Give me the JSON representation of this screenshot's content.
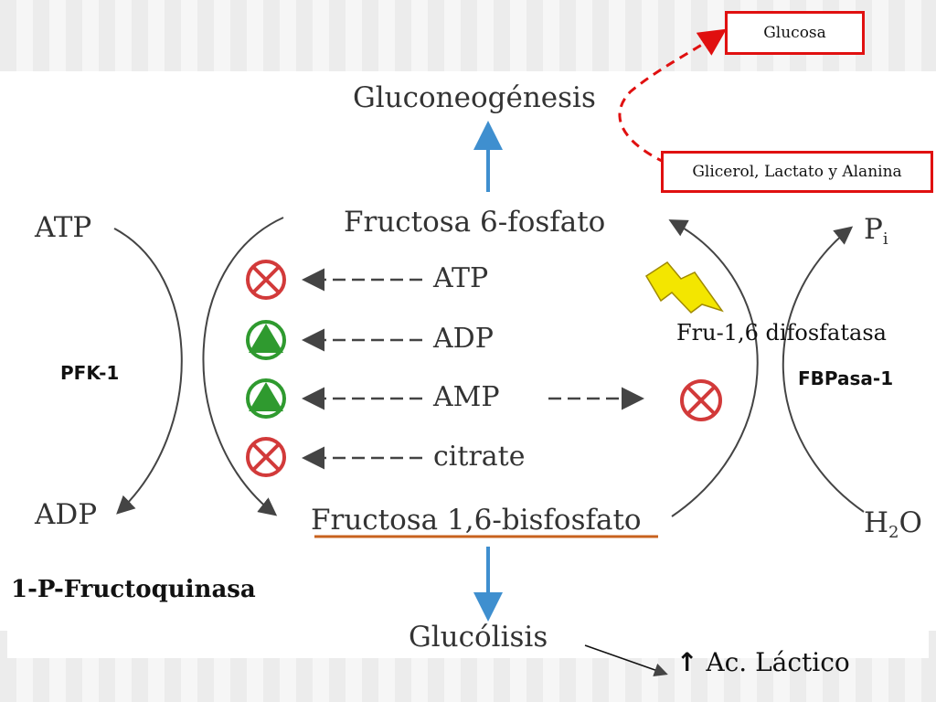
{
  "diagram": {
    "glucosa_box": "Glucosa",
    "sources_box": "Glicerol, Lactato y Alanina",
    "gluconeogenesis": "Gluconeogénesis",
    "f6p": "Fructosa 6-fosfato",
    "f16bp": "Fructosa 1,6-bisfosfato",
    "glycolysis": "Glucólisis",
    "atp_left": "ATP",
    "adp_left": "ADP",
    "pi_right": "P",
    "pi_sub": "i",
    "h2o_right": "H",
    "h2o_sub": "2",
    "h2o_o": "O",
    "effector_atp": "ATP",
    "effector_adp": "ADP",
    "effector_amp": "AMP",
    "effector_citrate": "citrate",
    "pfk1": "PFK-1",
    "fbpasa1": "FBPasa-1",
    "fru16": "Fru-1,6 difosfatasa",
    "fructoquinasa": "1-P-Fructoquinasa",
    "lactico": "Ac. Láctico",
    "lactico_arrow": "↑"
  },
  "colors": {
    "red_dashed": "#e01010",
    "inhibit_red": "#d23a3a",
    "activate_green": "#2f9a2f",
    "blue_arrow": "#3f8fcf",
    "orange_underline": "#c8621e",
    "lightning": "#f3e600"
  }
}
